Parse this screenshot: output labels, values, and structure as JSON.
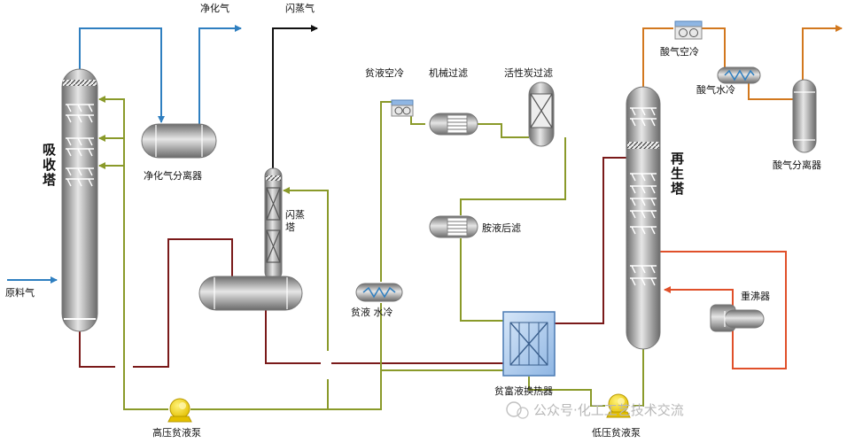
{
  "labels": {
    "purified_gas": "净化气",
    "flash_gas": "闪蒸气",
    "absorber": "吸收塔",
    "purified_gas_separator": "净化气分离器",
    "feed_gas": "原料气",
    "flash_tower": "闪蒸塔",
    "lean_air_cooler": "贫液空冷",
    "mechanical_filter": "机械过滤",
    "activated_carbon_filter": "活性炭过滤",
    "amine_post_filter": "胺液后滤",
    "lean_water_cooler": "贫液 水冷",
    "rich_lean_exchanger": "贫富液换热器",
    "hp_lean_pump": "高压贫液泵",
    "lp_lean_pump": "低压贫液泵",
    "acid_gas_air_cooler": "酸气空冷",
    "acid_gas_water_cooler": "酸气水冷",
    "acid_gas_separator": "酸气分离器",
    "regenerator": "再生塔",
    "reboiler": "重沸器"
  },
  "watermark": "公众号·化工工艺技术交流",
  "colors": {
    "gas": "#2f7fc0",
    "flash_gas": "#111111",
    "lean": "#8a9a2a",
    "rich": "#7a1a1a",
    "acid_gas": "#d2781e",
    "steam": "#e0502a",
    "vessel": "#9a9a9a"
  }
}
